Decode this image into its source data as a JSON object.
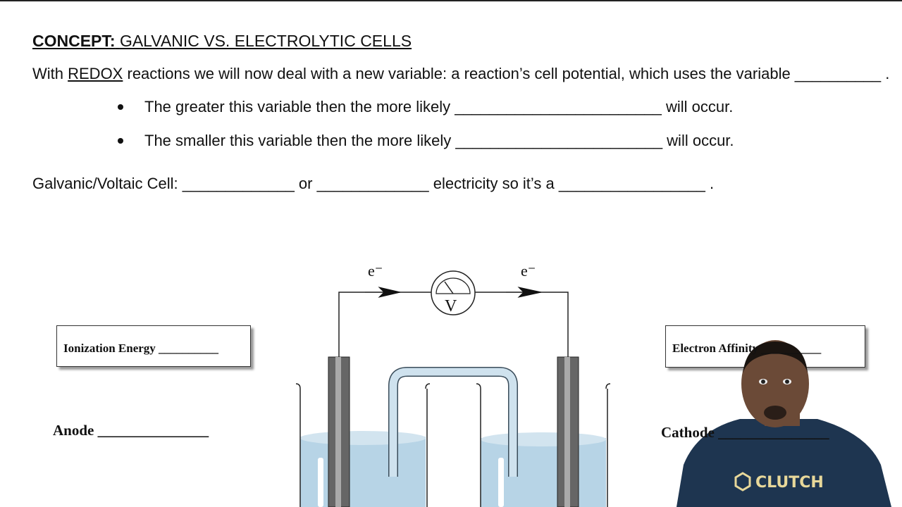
{
  "title": {
    "prefix": "CONCEPT:",
    "text": "GALVANIC VS. ELECTROLYTIC CELLS"
  },
  "intro": {
    "before": "With ",
    "keyword": "REDOX",
    "after": " reactions we will now deal with a new variable: a reaction’s cell potential, which uses the variable __________ ."
  },
  "bullets": [
    "The greater this variable then the more likely ________________________ will occur.",
    "The smaller this variable then the more likely ________________________ will occur."
  ],
  "galvanic_line": "Galvanic/Voltaic Cell: _____________ or _____________ electricity so it’s a _________________ .",
  "diagram": {
    "electron_left": "e⁻",
    "electron_right": "e⁻",
    "voltmeter": "V",
    "ionization_box": "Ionization Energy __________",
    "electron_affinity_box": "Electron Affinity __________",
    "anode": "Anode _______________",
    "cathode": "Cathode _______________"
  },
  "presenter": {
    "shirt_logo": "CLUTCH"
  },
  "colors": {
    "solution": "#b7d4e6",
    "electrode": "#555555",
    "shirt": "#1e3550",
    "logo": "#e8d89a"
  }
}
